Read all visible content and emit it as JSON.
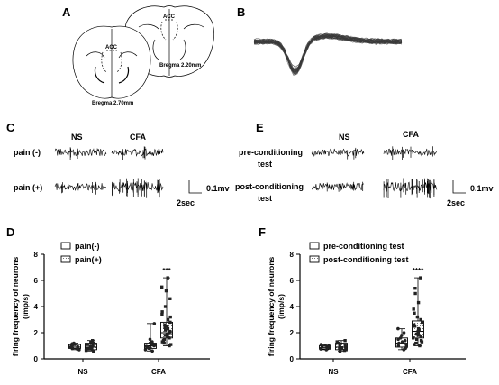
{
  "panels": {
    "A": {
      "label": "A",
      "acc_label": "ACC",
      "bregma_front": "Bregma 2.70mm",
      "bregma_back": "Bregma 2.20mm"
    },
    "B": {
      "label": "B"
    },
    "C": {
      "label": "C",
      "columns": [
        "NS",
        "CFA"
      ],
      "rows": [
        "pain (-)",
        "pain (+)"
      ],
      "scale_v": "0.1mv",
      "scale_t": "2sec"
    },
    "E": {
      "label": "E",
      "columns": [
        "NS",
        "CFA"
      ],
      "rows": [
        [
          "pre-conditioning",
          "test"
        ],
        [
          "post-conditioning",
          "test"
        ]
      ],
      "scale_v": "0.1mv",
      "scale_t": "2sec"
    }
  },
  "chart_data": [
    {
      "panel": "D",
      "type": "box",
      "categories": [
        "NS",
        "CFA"
      ],
      "ylabel_lines": [
        "firing frequency of neurons",
        "(imp/s)"
      ],
      "ylim": [
        0,
        8
      ],
      "yticks": [
        0,
        2,
        4,
        6,
        8
      ],
      "significance": "***",
      "series": [
        {
          "name": "pain(-)",
          "boxes": [
            {
              "min": 0.7,
              "q1": 0.8,
              "median": 0.9,
              "q3": 1.1,
              "max": 1.2,
              "points": [
                0.7,
                0.75,
                0.8,
                0.82,
                0.85,
                0.88,
                0.9,
                0.92,
                0.95,
                1.0,
                1.05,
                1.1,
                1.15,
                1.2
              ]
            },
            {
              "min": 0.6,
              "q1": 0.8,
              "median": 1.0,
              "q3": 1.2,
              "max": 2.7,
              "points": [
                0.6,
                0.7,
                0.8,
                0.85,
                0.9,
                0.95,
                1.0,
                1.05,
                1.1,
                1.2,
                1.3,
                1.5,
                2.7
              ]
            }
          ]
        },
        {
          "name": "pain(+)",
          "boxes": [
            {
              "min": 0.6,
              "q1": 0.7,
              "median": 0.9,
              "q3": 1.2,
              "max": 1.4,
              "points": [
                0.6,
                0.65,
                0.7,
                0.75,
                0.8,
                0.85,
                0.9,
                0.95,
                1.0,
                1.1,
                1.2,
                1.3,
                1.4
              ]
            },
            {
              "min": 1.0,
              "q1": 1.6,
              "median": 2.0,
              "q3": 2.8,
              "max": 6.2,
              "points": [
                1.0,
                1.1,
                1.2,
                1.3,
                1.4,
                1.5,
                1.6,
                1.7,
                1.8,
                1.9,
                2.0,
                2.1,
                2.2,
                2.3,
                2.4,
                2.5,
                2.6,
                2.8,
                3.0,
                3.2,
                3.4,
                3.6,
                4.0,
                4.6,
                5.2,
                5.5,
                6.2
              ]
            }
          ]
        }
      ]
    },
    {
      "panel": "F",
      "type": "box",
      "categories": [
        "NS",
        "CFA"
      ],
      "ylabel_lines": [
        "firing frequency of neurons",
        "(imp/s)"
      ],
      "ylim": [
        0,
        8
      ],
      "yticks": [
        0,
        2,
        4,
        6,
        8
      ],
      "significance": "****",
      "series": [
        {
          "name": "pre-conditioning test",
          "boxes": [
            {
              "min": 0.7,
              "q1": 0.75,
              "median": 0.85,
              "q3": 1.0,
              "max": 1.1,
              "points": [
                0.7,
                0.75,
                0.8,
                0.82,
                0.85,
                0.9,
                0.95,
                1.0,
                1.05,
                1.1
              ]
            },
            {
              "min": 0.7,
              "q1": 0.9,
              "median": 1.2,
              "q3": 1.6,
              "max": 2.3,
              "points": [
                0.7,
                0.8,
                0.9,
                1.0,
                1.1,
                1.2,
                1.3,
                1.4,
                1.5,
                1.6,
                1.8,
                2.0,
                2.3
              ]
            }
          ]
        },
        {
          "name": "post-conditioning test",
          "boxes": [
            {
              "min": 0.6,
              "q1": 0.7,
              "median": 0.9,
              "q3": 1.2,
              "max": 1.4,
              "points": [
                0.6,
                0.65,
                0.7,
                0.8,
                0.85,
                0.9,
                1.0,
                1.1,
                1.2,
                1.3,
                1.4
              ]
            },
            {
              "min": 1.0,
              "q1": 1.6,
              "median": 2.1,
              "q3": 2.9,
              "max": 6.2,
              "points": [
                1.0,
                1.1,
                1.2,
                1.3,
                1.4,
                1.5,
                1.6,
                1.7,
                1.8,
                1.9,
                2.0,
                2.1,
                2.2,
                2.3,
                2.5,
                2.6,
                2.8,
                3.0,
                3.2,
                3.5,
                3.8,
                4.3,
                5.0,
                5.4,
                6.2
              ]
            }
          ]
        }
      ]
    }
  ]
}
